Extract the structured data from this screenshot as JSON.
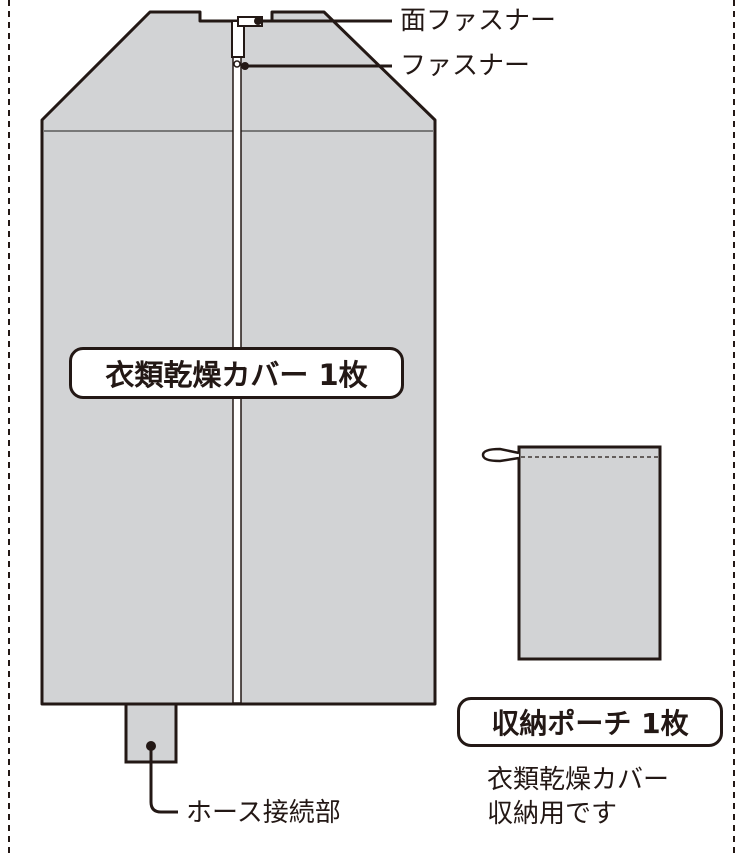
{
  "callouts": {
    "face_zipper": "面ファスナー",
    "zipper": "ファスナー",
    "hose_connection": "ホース接続部"
  },
  "cover": {
    "label": "衣類乾燥カバー 1枚"
  },
  "pouch": {
    "label": "収納ポーチ 1枚",
    "note_line1": "衣類乾燥カバー",
    "note_line2": "収納用です"
  },
  "colors": {
    "fill": "#d2d3d5",
    "stroke": "#231815"
  }
}
